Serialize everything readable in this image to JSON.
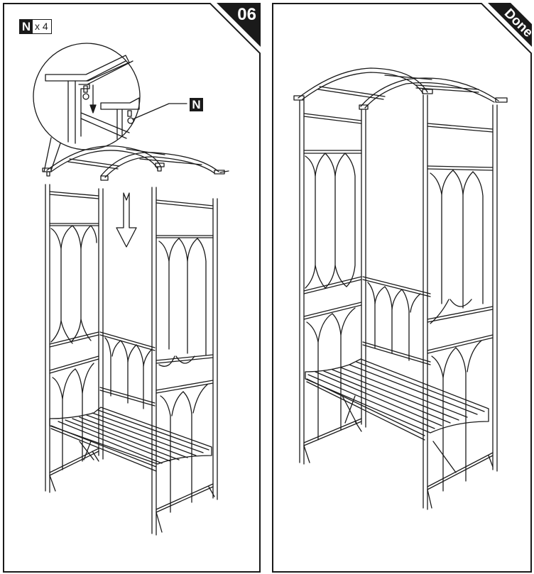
{
  "step_panel": {
    "step_number": "06",
    "hardware_badge": {
      "part_letter": "N",
      "quantity_text": "x 4"
    },
    "callout_label": "N",
    "arrow_direction": "down-arrow-icon"
  },
  "done_panel": {
    "label": "Done"
  },
  "colors": {
    "line": "#1a1a1a",
    "background": "#ffffff",
    "corner_fill": "#1a1a1a"
  }
}
